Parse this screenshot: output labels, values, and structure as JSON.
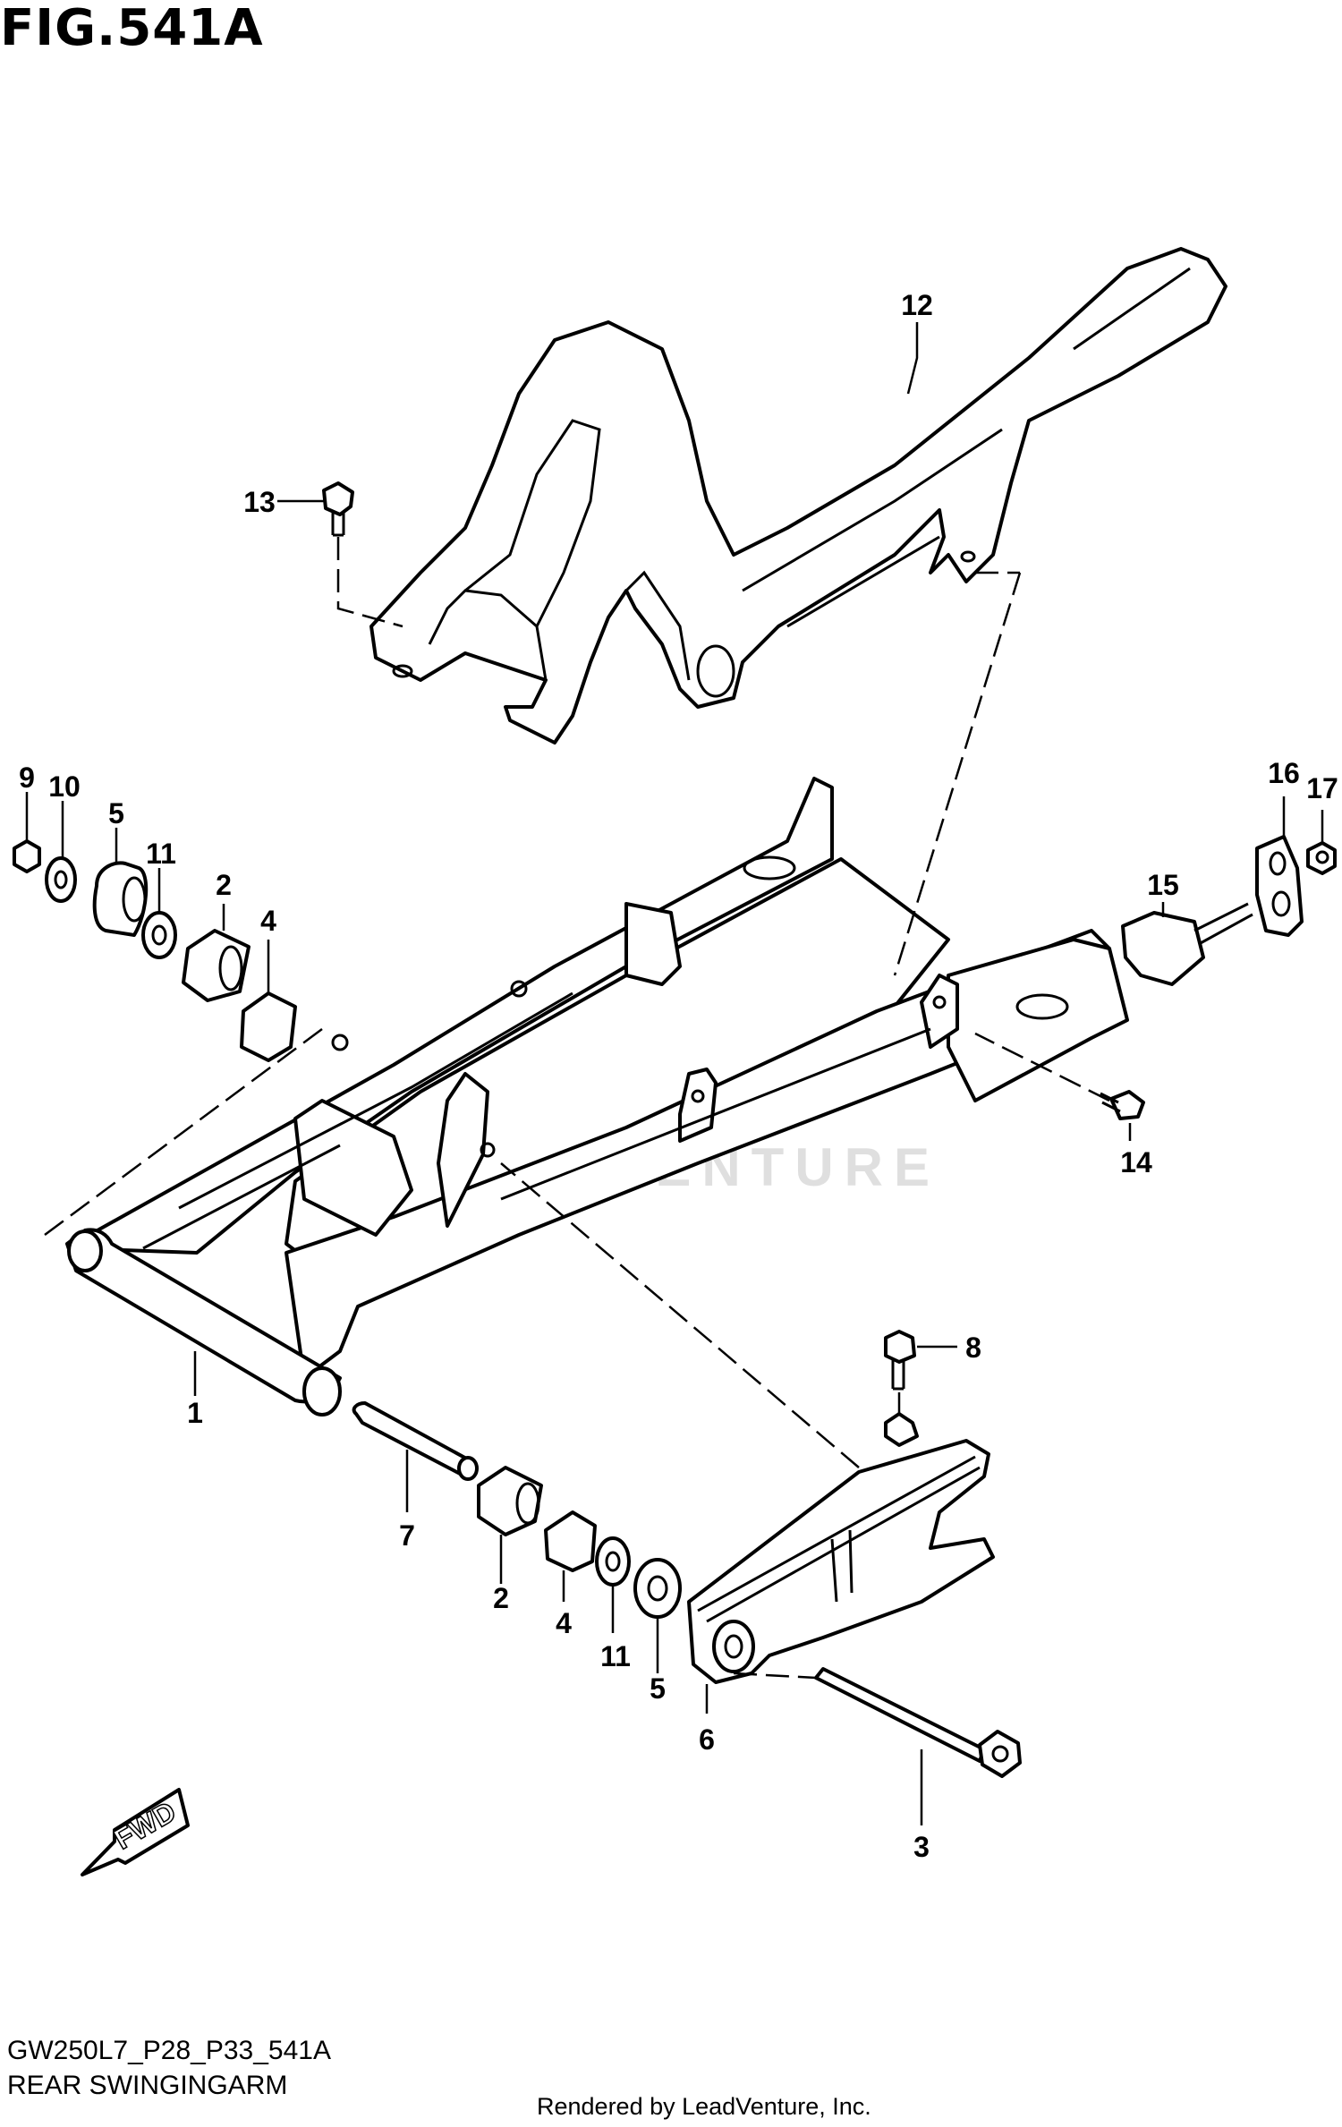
{
  "figure": {
    "title": "FIG.541A"
  },
  "footer": {
    "model_code": "GW250L7_P28_P33_541A",
    "section_name": "REAR SWINGINGARM",
    "rendered_by": "Rendered by LeadVenture, Inc."
  },
  "watermark": {
    "text": "LEADVENTURE"
  },
  "direction_arrow": {
    "label": "FWD"
  },
  "callouts": {
    "n1": "1",
    "n2a": "2",
    "n2b": "2",
    "n3": "3",
    "n4a": "4",
    "n4b": "4",
    "n5a": "5",
    "n5b": "5",
    "n6": "6",
    "n7": "7",
    "n8": "8",
    "n9": "9",
    "n10": "10",
    "n11a": "11",
    "n11b": "11",
    "n12": "12",
    "n13": "13",
    "n14": "14",
    "n15": "15",
    "n16": "16",
    "n17": "17"
  }
}
